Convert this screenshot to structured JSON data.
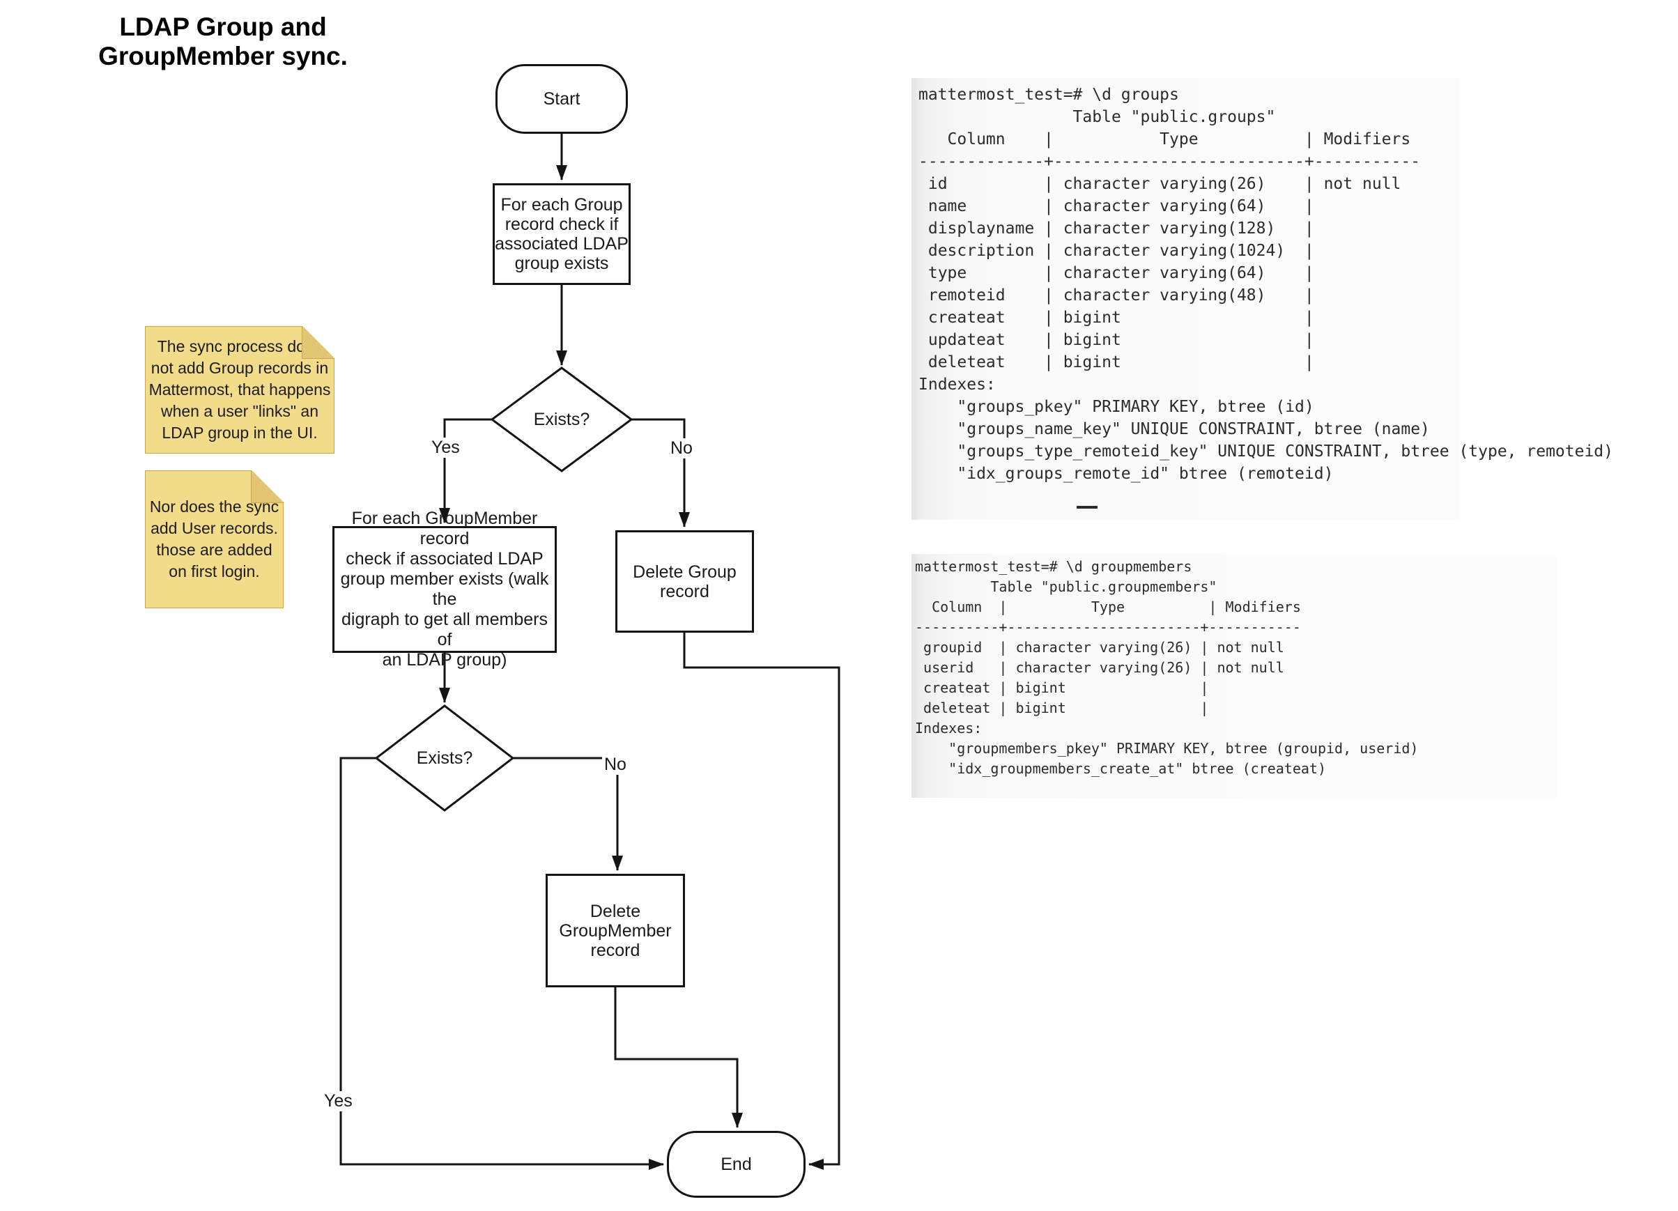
{
  "title": "LDAP Group and\nGroupMember sync.",
  "flowchart": {
    "start_label": "Start",
    "check_group_label": "For each Group\nrecord check if\nassociated LDAP\ngroup exists",
    "decision1_label": "Exists?",
    "check_groupmember_label": "For each GroupMember record\ncheck if associated LDAP\ngroup member exists (walk the\ndigraph to get all members of\nan LDAP group)",
    "delete_group_label": "Delete Group\nrecord",
    "decision2_label": "Exists?",
    "delete_groupmember_label": "Delete\nGroupMember\nrecord",
    "end_label": "End",
    "edge_labels": {
      "yes1": "Yes",
      "no1": "No",
      "yes2": "Yes",
      "no2": "No"
    }
  },
  "notes": {
    "note1": "The sync process does\nnot add Group records in\nMattermost, that happens\nwhen a user \"links\" an\nLDAP group in the UI.",
    "note2": "Nor does the sync\nadd User records.\nthose are added\non first login."
  },
  "terminals": {
    "groups": "mattermost_test=# \\d groups\n                Table \"public.groups\"\n   Column    |           Type           | Modifiers\n-------------+--------------------------+-----------\n id          | character varying(26)    | not null\n name        | character varying(64)    | \n displayname | character varying(128)   | \n description | character varying(1024)  | \n type        | character varying(64)    | \n remoteid    | character varying(48)    | \n createat    | bigint                   | \n updateat    | bigint                   | \n deleteat    | bigint                   | \nIndexes:\n    \"groups_pkey\" PRIMARY KEY, btree (id)\n    \"groups_name_key\" UNIQUE CONSTRAINT, btree (name)\n    \"groups_type_remoteid_key\" UNIQUE CONSTRAINT, btree (type, remoteid)\n    \"idx_groups_remote_id\" btree (remoteid)",
    "groupmembers": "mattermost_test=# \\d groupmembers\n         Table \"public.groupmembers\"\n  Column  |          Type          | Modifiers\n----------+-----------------------+-----------\n groupid  | character varying(26) | not null\n userid   | character varying(26) | not null\n createat | bigint                | \n deleteat | bigint                | \nIndexes:\n    \"groupmembers_pkey\" PRIMARY KEY, btree (groupid, userid)\n    \"idx_groupmembers_create_at\" btree (createat)"
  },
  "colors": {
    "line": "#141414",
    "note_fill": "#F2DB89",
    "note_fold": "#E2C672",
    "note_border": "#C8A64B",
    "terminal_text": "#2b2b2b"
  }
}
